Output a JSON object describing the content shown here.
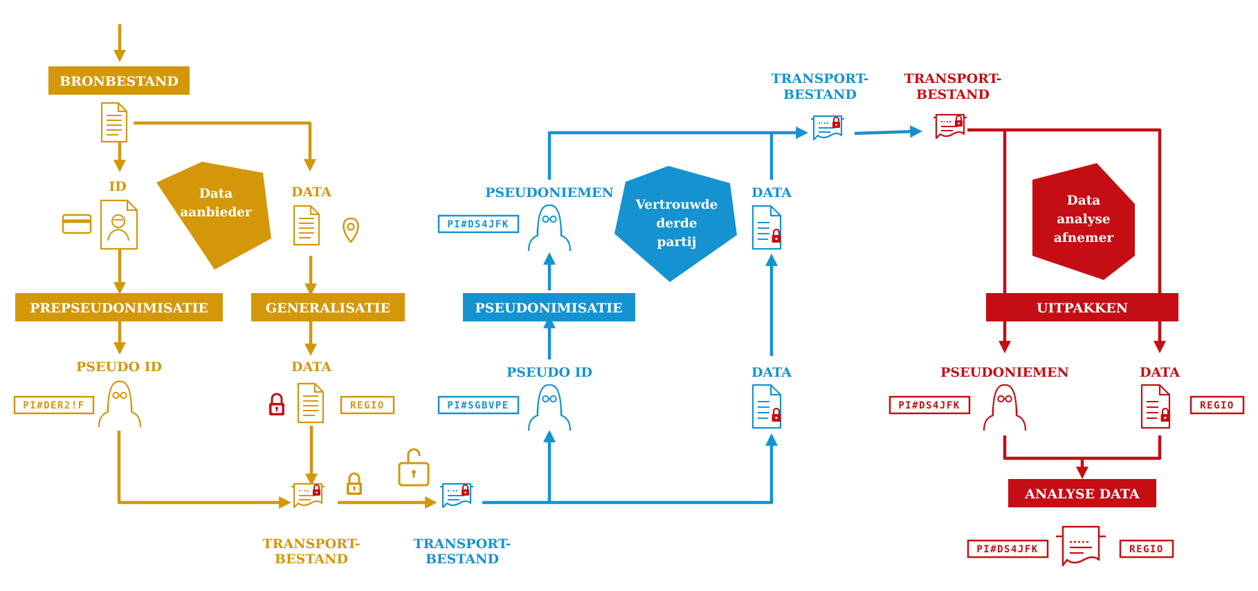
{
  "colors": {
    "gold": "#D4970A",
    "blue": "#1592D0",
    "red": "#C40E14"
  },
  "boxes": {
    "bronbestand": "BRONBESTAND",
    "prepseudonimisatie": "PREPSEUDONIMISATIE",
    "generalisatie": "GENERALISATIE",
    "pseudonimisatie": "PSEUDONIMISATIE",
    "uitpakken": "UITPAKKEN",
    "analyse_data": "ANALYSE DATA"
  },
  "labels": {
    "id": "ID",
    "data_gold_top": "DATA",
    "pseudo_id_gold": "PSEUDO ID",
    "data_gold_mid": "DATA",
    "transport_gold_1": "TRANSPORT-",
    "transport_gold_2": "BESTAND",
    "transport_blue_bottom_1": "TRANSPORT-",
    "transport_blue_bottom_2": "BESTAND",
    "pseudo_id_blue": "PSEUDO ID",
    "pseudoniemen_blue": "PSEUDONIEMEN",
    "data_blue_top": "DATA",
    "data_blue_bottom": "DATA",
    "transport_blue_top_1": "TRANSPORT-",
    "transport_blue_top_2": "BESTAND",
    "transport_red_1": "TRANSPORT-",
    "transport_red_2": "BESTAND",
    "pseudoniemen_red": "PSEUDONIEMEN",
    "data_red": "DATA"
  },
  "polygons": {
    "data_aanbieder_1": "Data",
    "data_aanbieder_2": "aanbieder",
    "vertrouwde_1": "Vertrouwde",
    "vertrouwde_2": "derde",
    "vertrouwde_3": "partij",
    "afnemer_1": "Data",
    "afnemer_2": "analyse",
    "afnemer_3": "afnemer"
  },
  "tags": {
    "gold_pseudo": "PI#DER2!F",
    "gold_regio": "REGIO",
    "blue_pseudoniemen": "PI#DS4JFK",
    "blue_pseudo_id": "PI#SGBVPE",
    "red_pseudoniemen": "PI#DS4JFK",
    "red_regio": "REGIO",
    "red_bottom_pseudo": "PI#DS4JFK",
    "red_bottom_regio": "REGIO"
  },
  "icons": {
    "source_file": "document-icon",
    "id_card": "id-card-icon",
    "id_person": "person-portrait-icon",
    "location": "location-pin-icon",
    "person": "person-glasses-icon",
    "lock_closed": "lock-icon",
    "lock_open": "unlock-icon",
    "transport_file": "transport-file-icon"
  }
}
